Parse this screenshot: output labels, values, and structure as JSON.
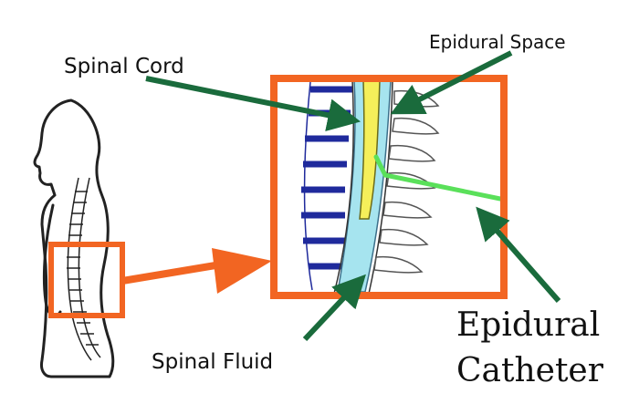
{
  "labels": {
    "spinal_cord": "Spinal Cord",
    "epidural_space": "Epidural Space",
    "spinal_fluid": "Spinal Fluid",
    "catheter_line1": "Epidural",
    "catheter_line2": "Catheter"
  },
  "colors": {
    "highlight_box": "#f26522",
    "zoom_arrow": "#f26522",
    "pointer_arrows": "#1a6b3c",
    "spinal_cord": "#f5ef5a",
    "spinal_fluid": "#a6e4ef",
    "vertebrae": "#1f2a9c",
    "catheter": "#5ae05a"
  },
  "icons": {
    "figure": "human-silhouette-icon"
  }
}
